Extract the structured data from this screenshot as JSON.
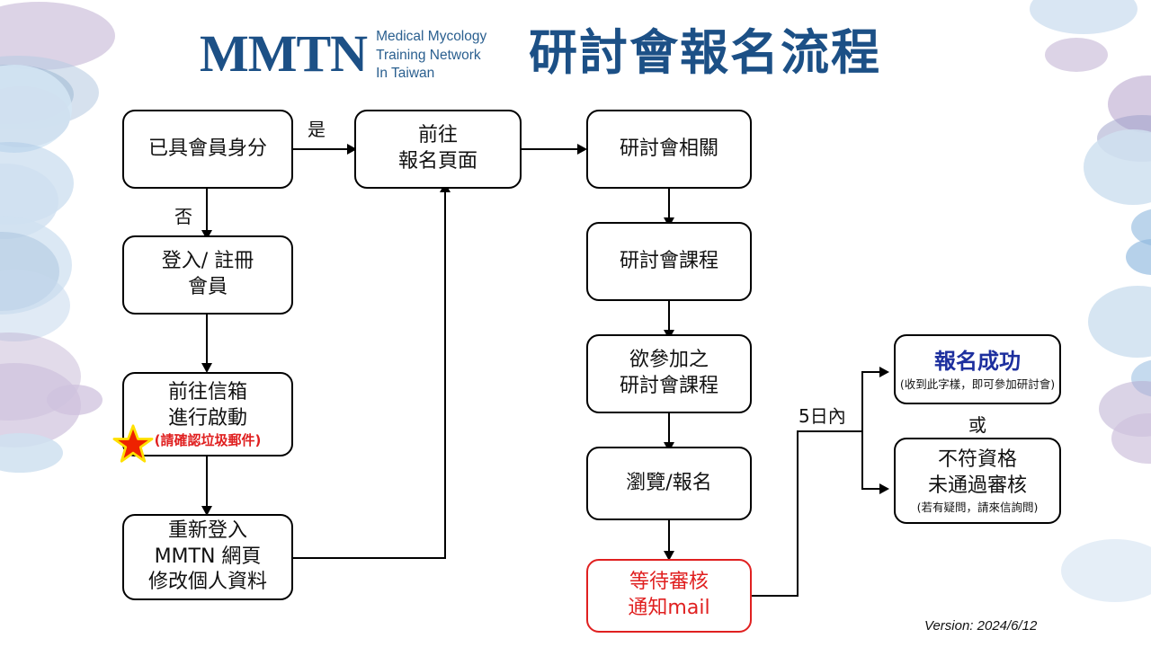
{
  "header": {
    "logo_mark": "MMTN",
    "logo_sub_line1": "Medical Mycology",
    "logo_sub_line2": "Training Network",
    "logo_sub_line3": "In Taiwan",
    "title": "研討會報名流程",
    "brand_color": "#1c5086"
  },
  "version_text": "Version: 2024/6/12",
  "colors": {
    "box_border": "#000000",
    "alert_red": "#e02020",
    "success_blue": "#1d2f9e",
    "blob_lavender": "#cfc2dd",
    "blob_blue": "#cfe0f0"
  },
  "nodes": {
    "member_status": {
      "lines": [
        "已具會員身分"
      ]
    },
    "login_register": {
      "lines": [
        "登入/ 註冊",
        "會員"
      ]
    },
    "activate_mail": {
      "lines": [
        "前往信箱",
        "進行啟動"
      ],
      "note": "(請確認垃圾郵件)"
    },
    "relogin_profile": {
      "lines": [
        "重新登入",
        "MMTN 網頁",
        "修改個人資料"
      ]
    },
    "goto_signup": {
      "lines": [
        "前往",
        "報名頁面"
      ]
    },
    "seminar_related": {
      "lines": [
        "研討會相關"
      ]
    },
    "seminar_course": {
      "lines": [
        "研討會課程"
      ]
    },
    "desired_course": {
      "lines": [
        "欲參加之",
        "研討會課程"
      ]
    },
    "browse_signup": {
      "lines": [
        "瀏覽/報名"
      ]
    },
    "await_review": {
      "lines": [
        "等待審核",
        "通知mail"
      ]
    },
    "success": {
      "title": "報名成功",
      "note": "(收到此字樣，即可參加研討會)"
    },
    "rejected": {
      "lines": [
        "不符資格",
        "未通過審核"
      ],
      "note": "(若有疑問，請來信詢問)"
    }
  },
  "edge_labels": {
    "yes": "是",
    "no": "否",
    "within_5_days": "5日內",
    "or": "或"
  }
}
